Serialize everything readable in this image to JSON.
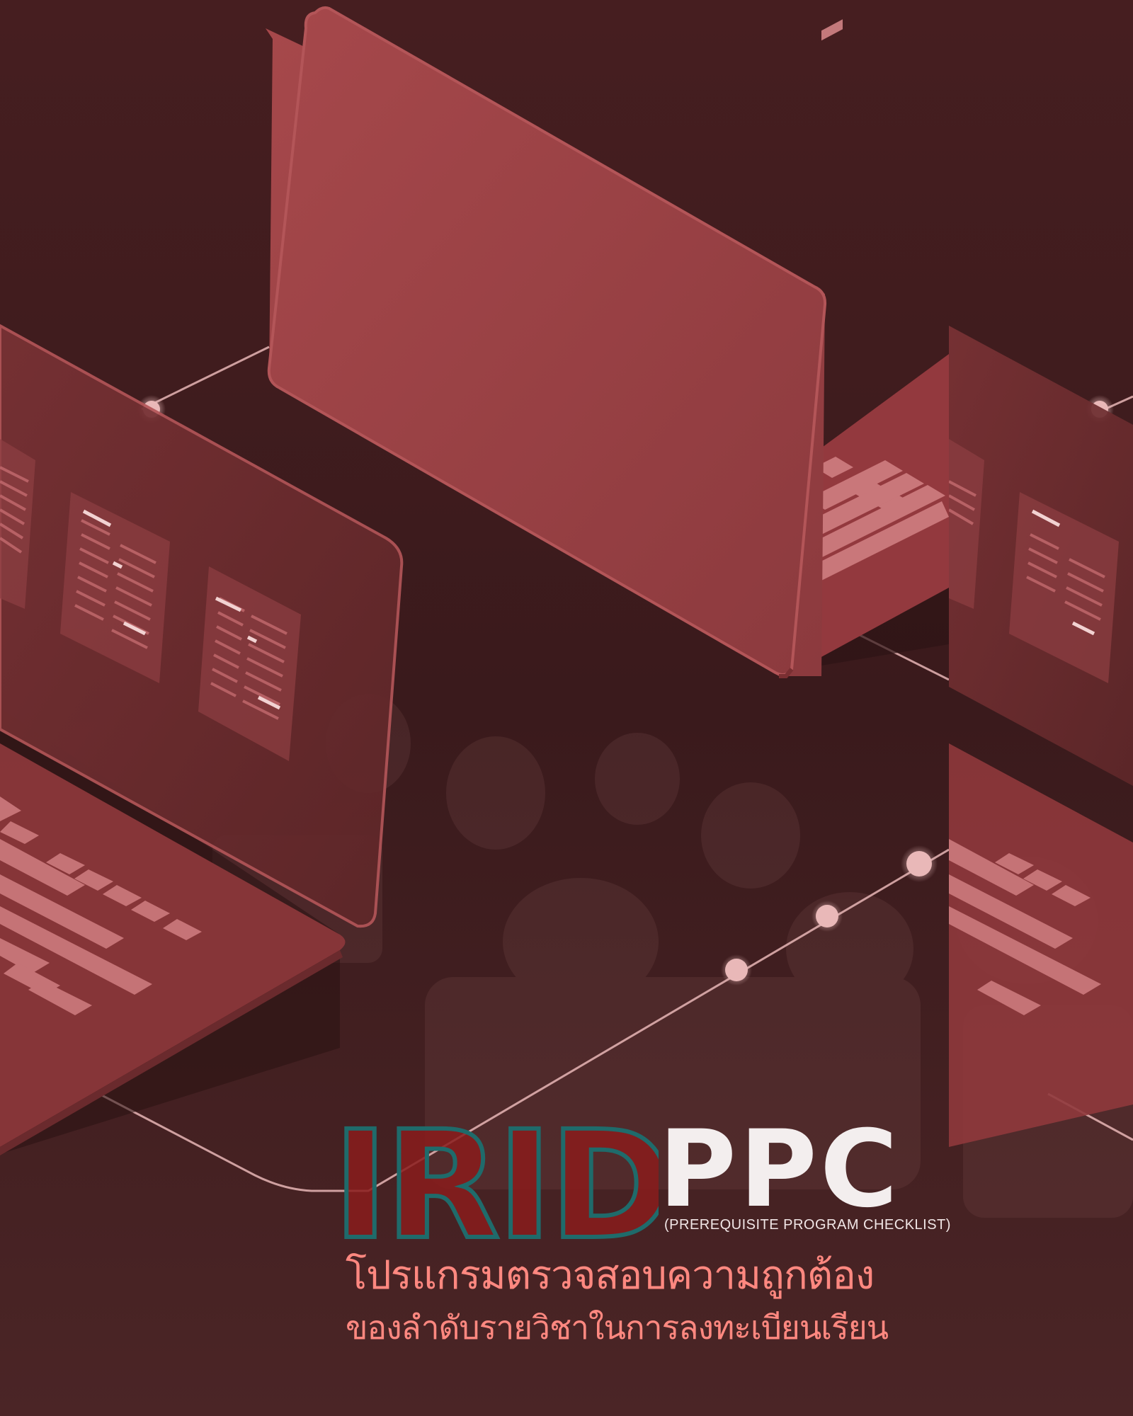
{
  "cover": {
    "logo_primary": "IRID",
    "logo_secondary": "PPC",
    "logo_subtitle": "(PREREQUISITE PROGRAM CHECKLIST)",
    "headline_line1": "โปรแกรมตรวจสอบความถูกต้อง",
    "headline_line2": "ของลำดับรายวิชาในการลงทะเบียนเรียน"
  },
  "colors": {
    "background": "#3f1d1f",
    "laptop": "#a2454a",
    "logo_fill": "#8a1c1c",
    "logo_outline": "#1f6b6b",
    "ppc_text": "#f3eeee",
    "thai_text": "#ff8880"
  }
}
